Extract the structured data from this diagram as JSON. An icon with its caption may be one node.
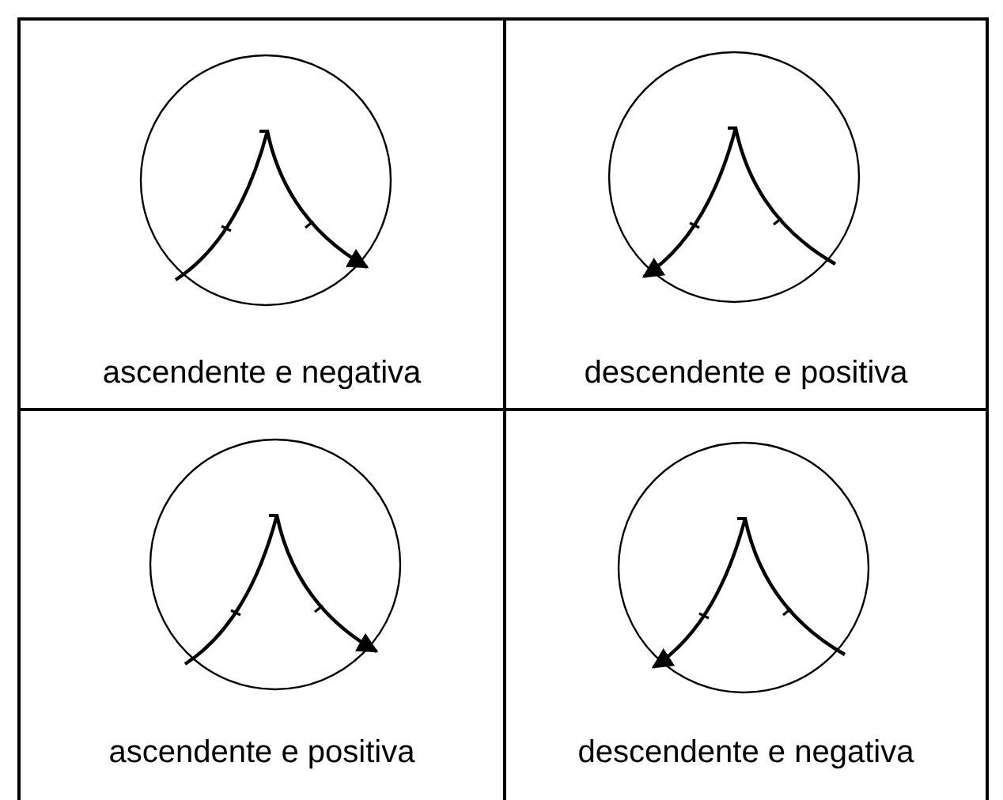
{
  "diagram": {
    "nodes": [
      {
        "text": [
          "ascendente e negativa"
        ]
      },
      {
        "text": [
          "descendente e positiva"
        ]
      },
      {
        "text": [
          "ascendente e positiva"
        ]
      },
      {
        "text": [
          "descendente e negativa"
        ]
      }
    ]
  }
}
